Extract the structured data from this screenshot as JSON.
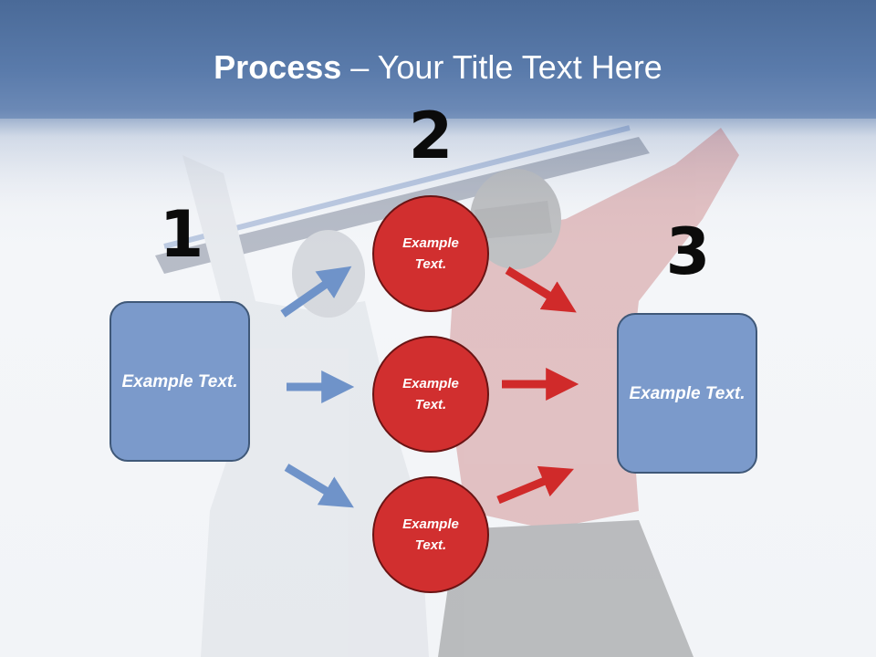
{
  "title": {
    "bold": "Process",
    "rest": " – Your Title Text Here"
  },
  "numbers": {
    "one": "1",
    "two": "2",
    "three": "3"
  },
  "left_box": {
    "text": "Example Text."
  },
  "right_box": {
    "text": "Example Text."
  },
  "circles": [
    {
      "text": "Example Text."
    },
    {
      "text": "Example Text."
    },
    {
      "text": "Example Text."
    }
  ],
  "colors": {
    "box_fill": "#7b9acb",
    "circle_fill": "#d12f2f",
    "blue_arrow": "#6f93c9",
    "red_arrow": "#d02a2a",
    "title_band": "#5a7bab"
  },
  "icons": {
    "arrow": "arrow-icon"
  }
}
